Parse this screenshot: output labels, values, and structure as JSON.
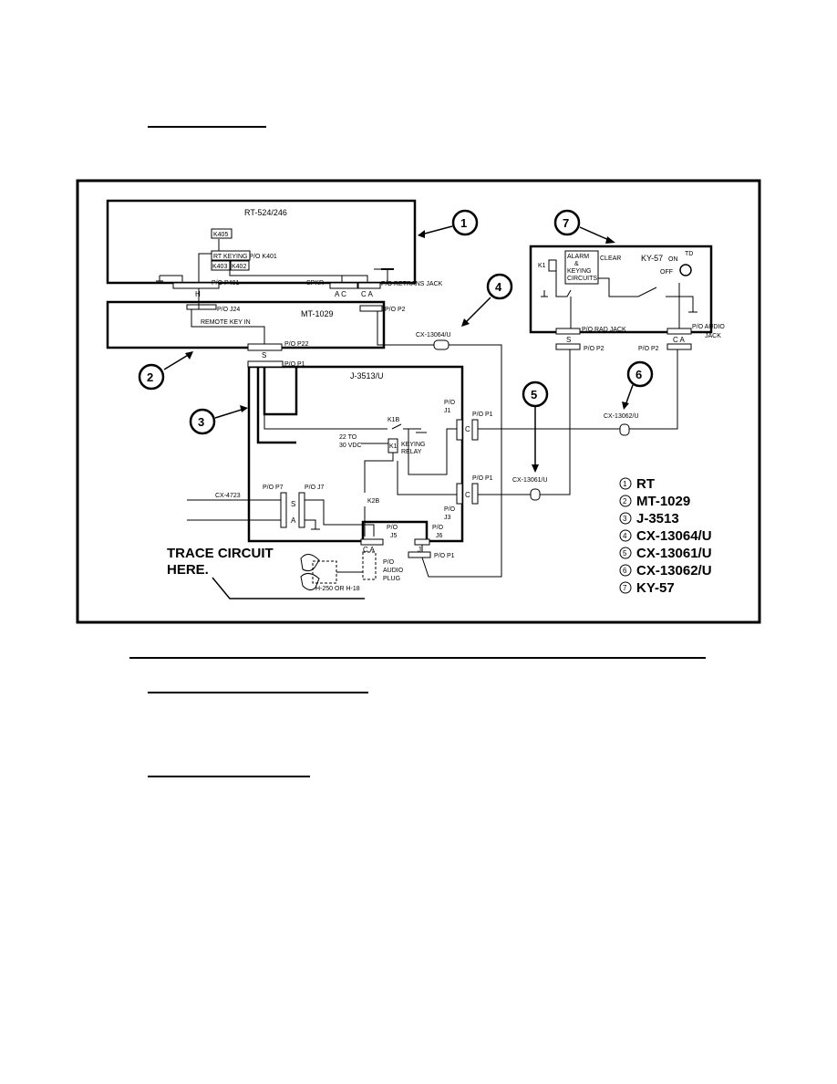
{
  "diagram": {
    "units": {
      "rt": {
        "title": "RT-524/246",
        "k405": "K405",
        "keying": "RT KEYING P/O K401",
        "k403": "K403",
        "k402": "K402",
        "p401": "P/O P401",
        "h": "H",
        "spkr": "SPKR",
        "ac": "A C",
        "ca": "C  A",
        "retrans": "P/O RETRANS JACK"
      },
      "mt": {
        "title": "MT-1029",
        "j24": "P/O J24",
        "remote": "REMOTE KEY IN",
        "p22": "P/O P22",
        "s": "S"
      },
      "j3513": {
        "title": "J-3513/U",
        "pop1": "P/O P1",
        "k1b": "K1B",
        "volts": "22 TO\n30 VDC",
        "k1": "K1",
        "relay": "KEYING\nRELAY",
        "k2b": "K2B",
        "j1": "P/O\nJ1",
        "j3": "P/O\nJ3",
        "j5": "P/O\nJ5",
        "j6": "P/O\nJ6",
        "j7": "P/O J7",
        "p7": "P/O P7",
        "s": "S",
        "a": "A",
        "c": "C",
        "ca": "C  A",
        "j": "J",
        "p1a": "P/O P1",
        "p1b": "P/O P1",
        "p1c": "P/O P1"
      },
      "ky57": {
        "title": "KY-57",
        "k1": "K1",
        "alarm": "ALARM\n&\nKEYING\nCIRCUITS",
        "clear": "CLEAR",
        "on": "ON",
        "off": "OFF",
        "td": "TD",
        "radjack": "P/O RAD JACK",
        "audio": "P/O AUDIO\nJACK",
        "s": "S",
        "ca": "C A",
        "p2a": "P/O P2",
        "p2b": "P/O P2"
      },
      "misc": {
        "pop2": "P/O P2",
        "cx13064": "CX-13064/U",
        "cx13061": "CX-13061/U",
        "cx13062": "CX-13062/U",
        "cx4723": "CX-4723",
        "handset": "H-250 OR H-18",
        "audioplug": "P/O\nAUDIO\nPLUG",
        "trace": "TRACE CIRCUIT\nHERE."
      }
    },
    "callouts": [
      "1",
      "2",
      "3",
      "4",
      "5",
      "6",
      "7"
    ],
    "legend": [
      {
        "num": "1",
        "label": "RT"
      },
      {
        "num": "2",
        "label": "MT-1029"
      },
      {
        "num": "3",
        "label": "J-3513"
      },
      {
        "num": "4",
        "label": "CX-13064/U"
      },
      {
        "num": "5",
        "label": "CX-13061/U"
      },
      {
        "num": "6",
        "label": "CX-13062/U"
      },
      {
        "num": "7",
        "label": "KY-57"
      }
    ]
  }
}
